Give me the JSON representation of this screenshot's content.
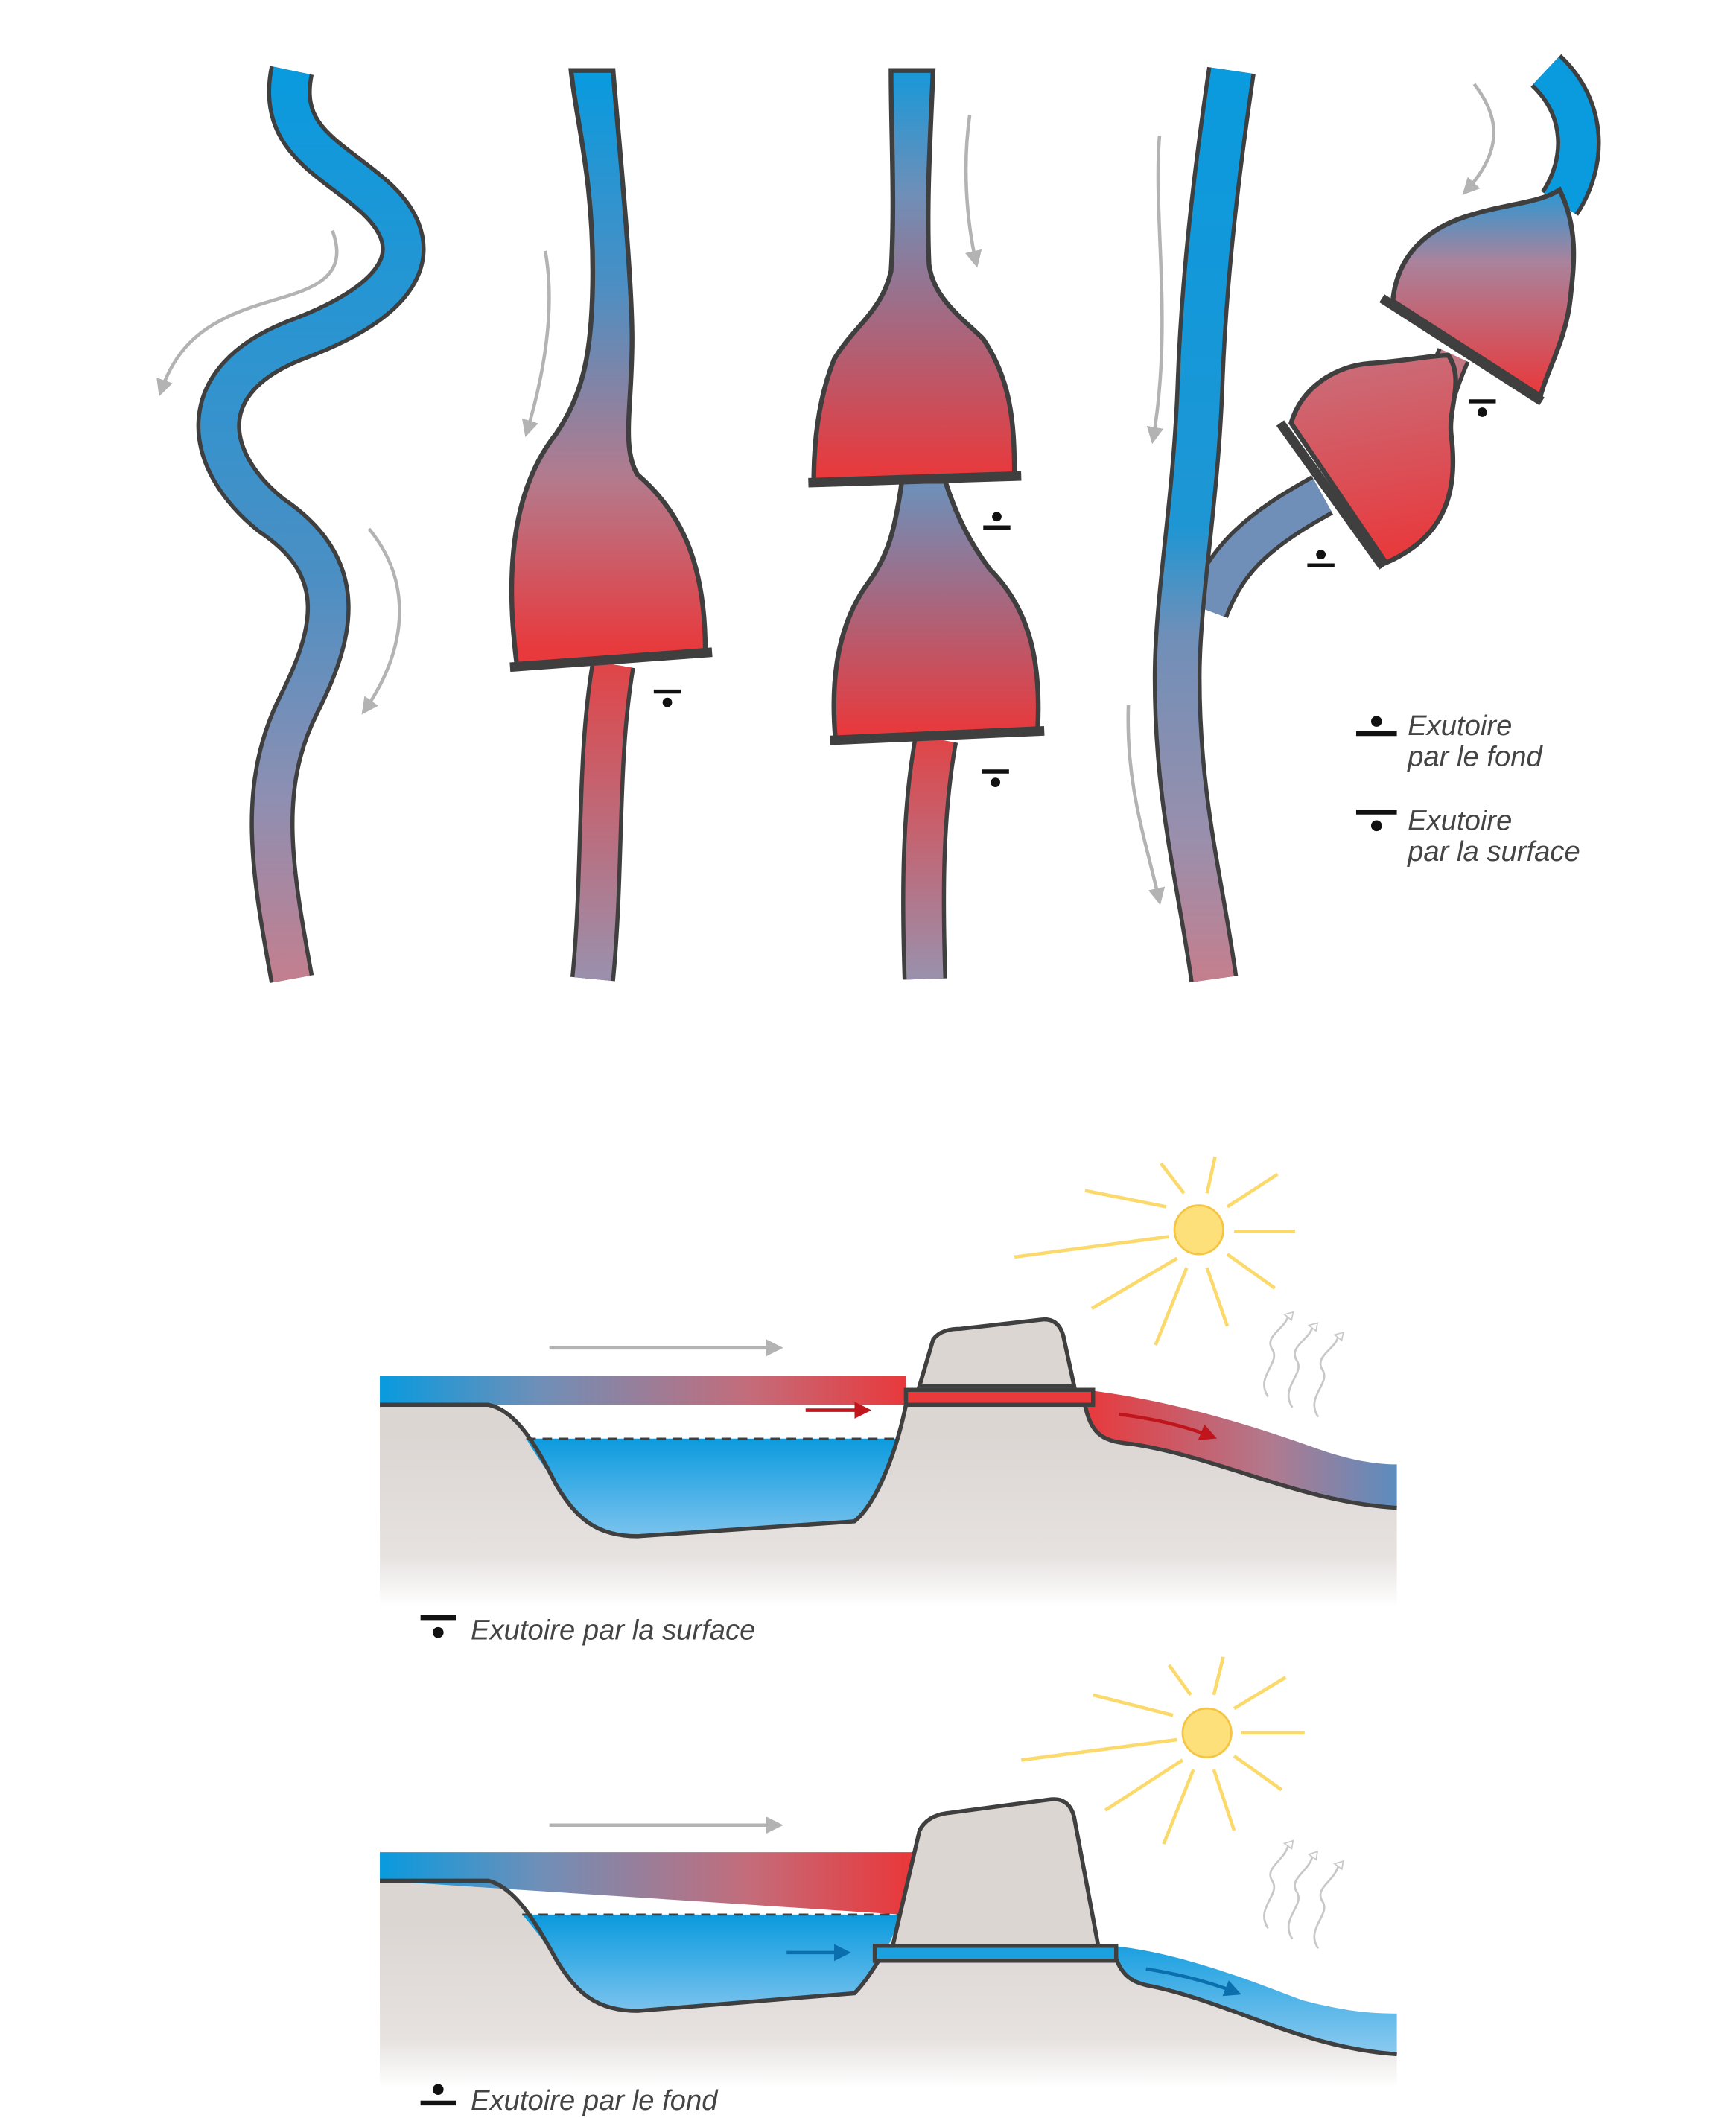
{
  "colors": {
    "cold_water": "#0a9ade",
    "warm_water": "#e8393c",
    "outline": "#3f3f3f",
    "ground": "#dcd6d3",
    "sun": "#fbd96a",
    "flow_arrow": "#b3b3b3"
  },
  "legend_top": {
    "bottom_outlet_line1": "Exutoire",
    "bottom_outlet_line2": "par le fond",
    "surface_outlet_line1": "Exutoire",
    "surface_outlet_line2": "par la surface"
  },
  "section_surface": {
    "caption": "Exutoire par la surface",
    "icon": "surface-outlet-symbol"
  },
  "section_bottom": {
    "caption": "Exutoire par le fond",
    "icon": "bottom-outlet-symbol"
  }
}
